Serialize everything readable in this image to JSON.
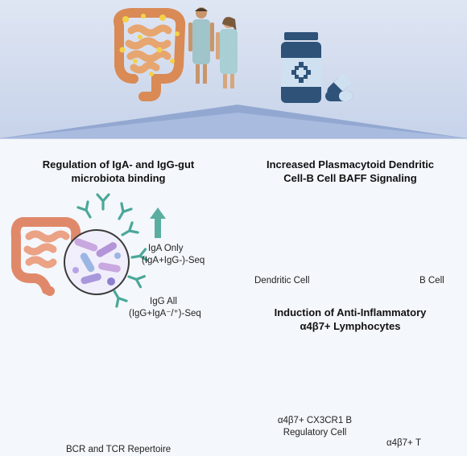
{
  "left_panel": {
    "title_line1": "Regulation of IgA- and IgG-gut",
    "title_line2": "microbiota binding",
    "iga_label_line1": "IgA Only",
    "iga_label_line2": "(IgA+IgG-)-Seq",
    "igg_label_line1": "IgG All",
    "igg_label_line2": "(IgG+IgA⁻/⁺)-Seq",
    "bottom_label": "BCR and TCR Repertoire"
  },
  "right_top_panel": {
    "title_line1": "Increased Plasmacytoid Dendritic",
    "title_line2": "Cell-B Cell BAFF Signaling",
    "dendritic_label": "Dendritic Cell",
    "bcell_label": "B Cell"
  },
  "right_bottom_panel": {
    "title_line1": "Induction of Anti-Inflammatory",
    "title_line2": "α4β7+ Lymphocytes",
    "breg_label_line1": "α4β7+ CX3CR1 B",
    "breg_label_line2": "Regulatory Cell",
    "tcell_label": "α4β7+ T"
  },
  "colors": {
    "header_band": "#cfd9ec",
    "header_triangle": "#8fa3cc",
    "teal_arrow": "#5aaea0",
    "orange_arrow": "#e8a15a",
    "igg_antibody": "#e0902a",
    "iga_antibody": "#4aa89a",
    "blue_cell": "#7fa7d8",
    "green_cell": "#cfe6dc",
    "dendritic": "#a9a6e0",
    "bottle": "#2e5278"
  }
}
